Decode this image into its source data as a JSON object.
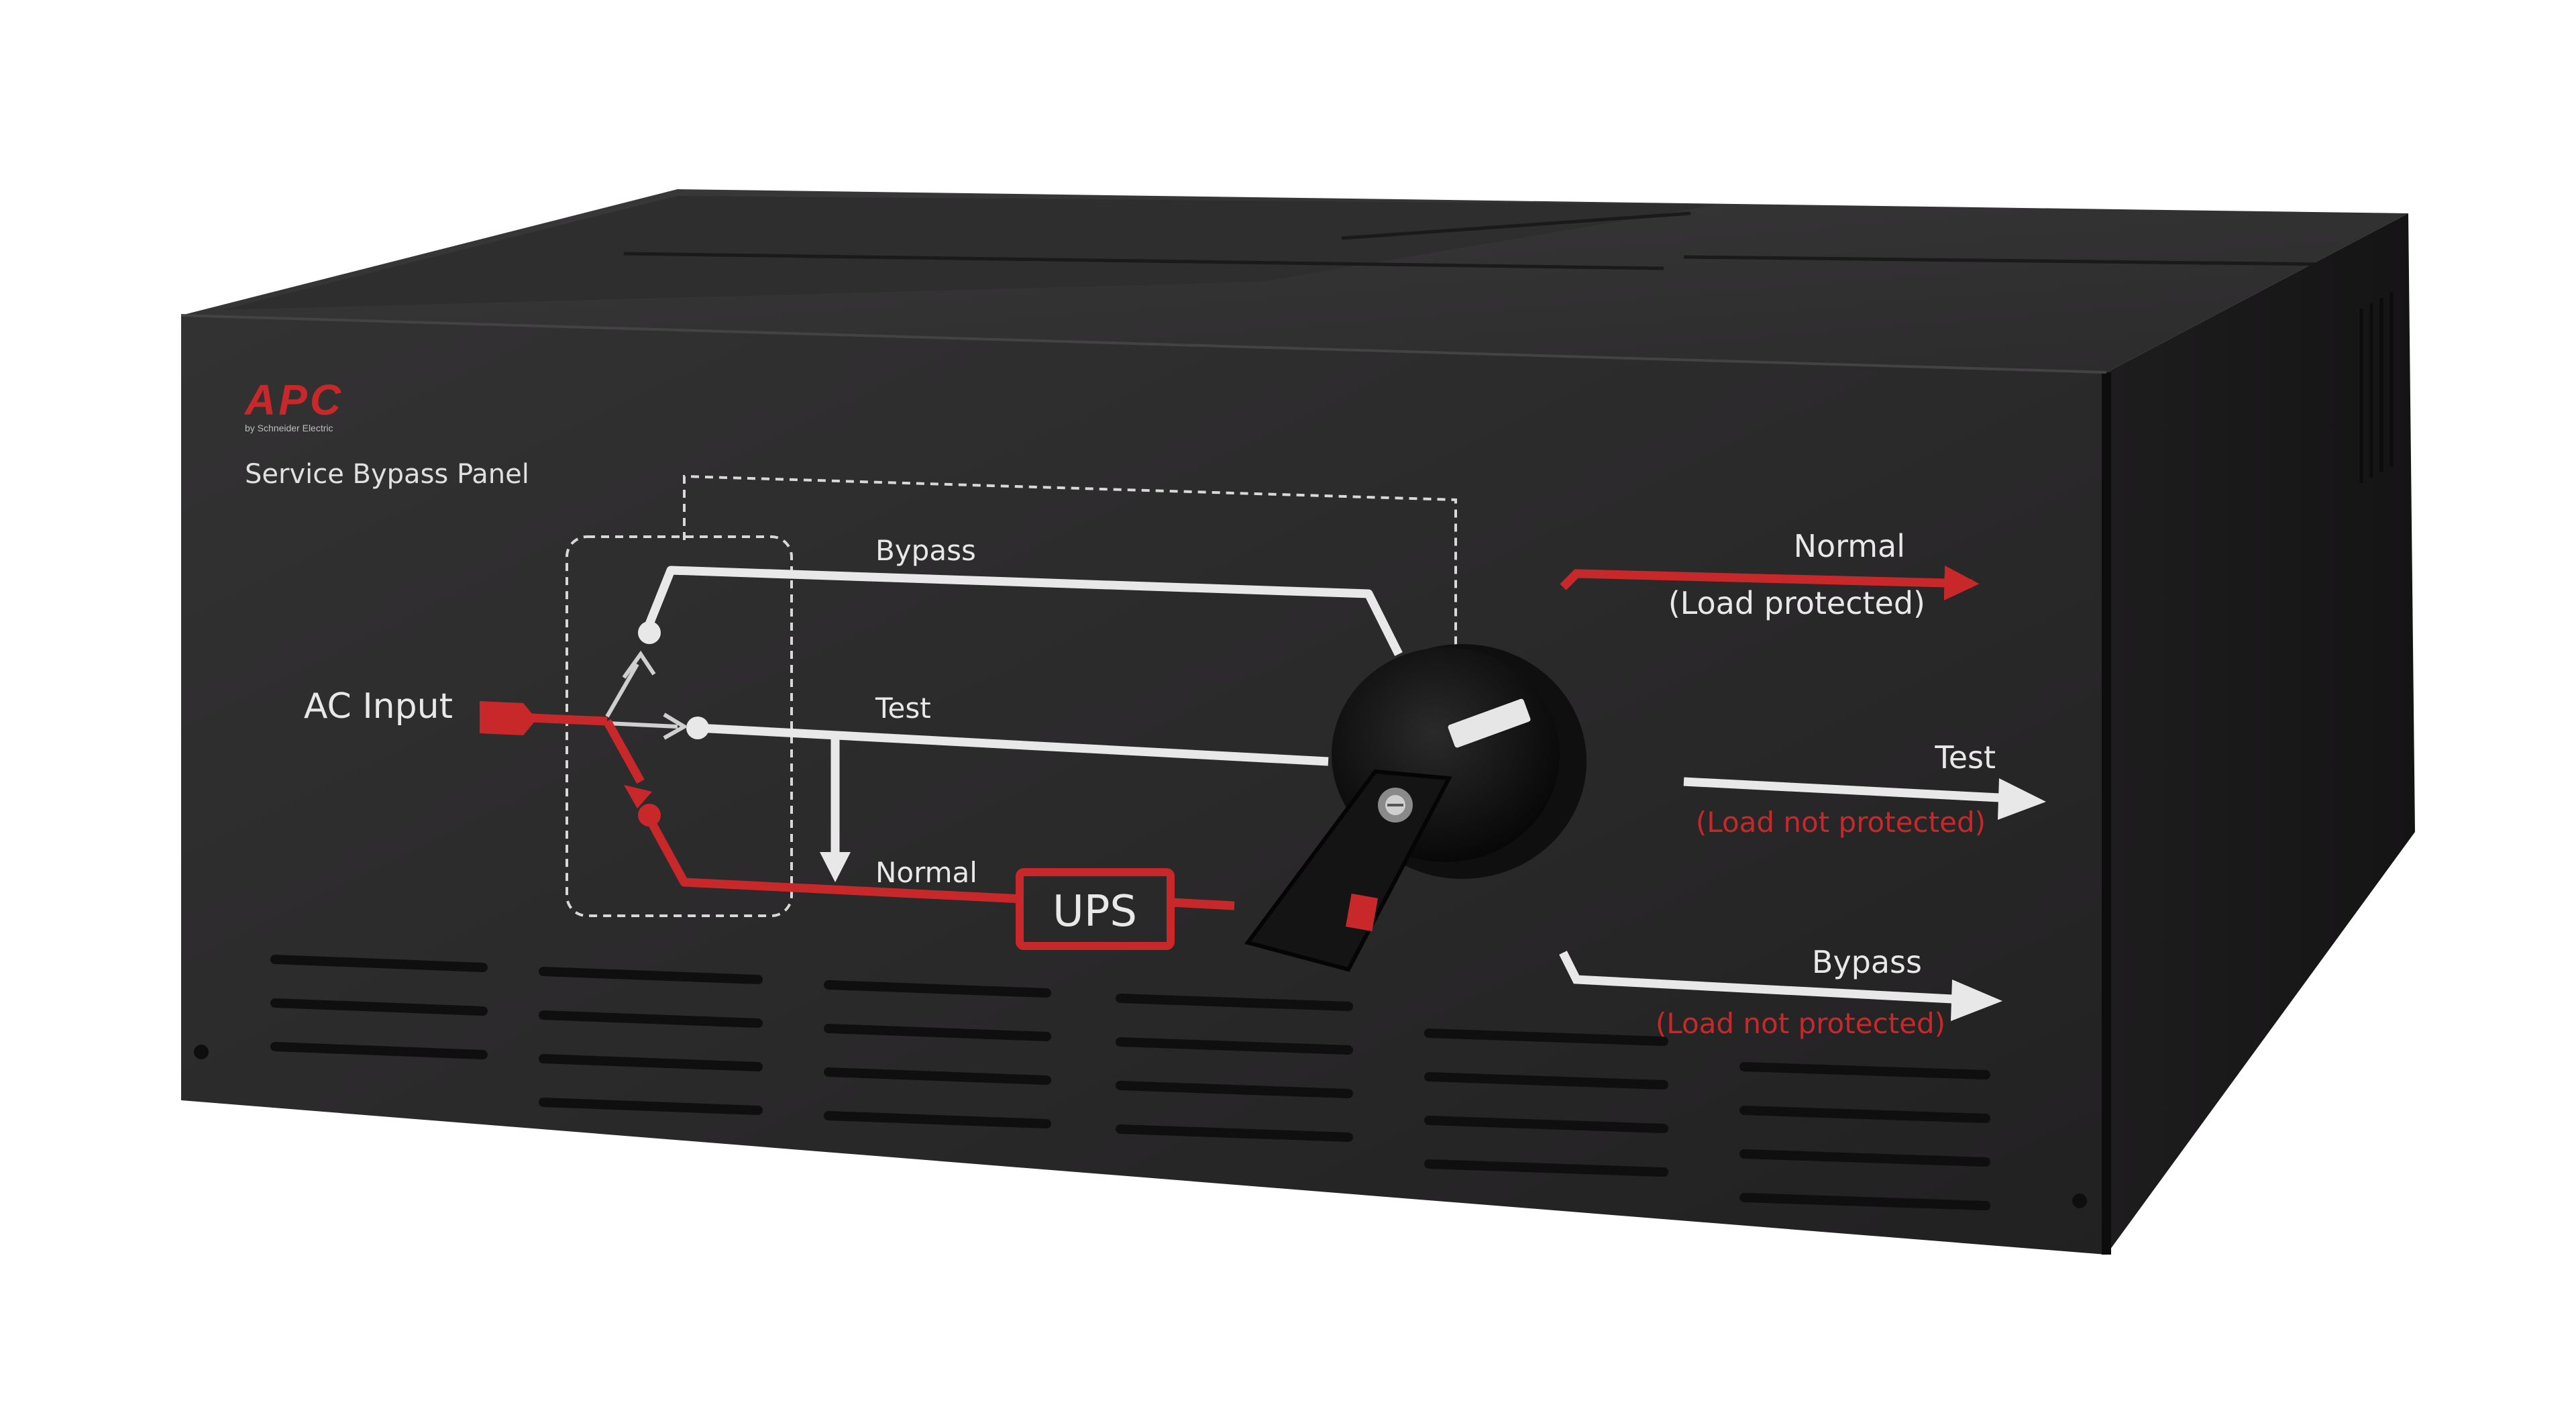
{
  "brand": {
    "logo_text": "APC",
    "logo_subtext": "by Schneider Electric",
    "product_name": "Service Bypass Panel"
  },
  "diagram": {
    "input_label": "AC Input",
    "path_bypass_label": "Bypass",
    "path_test_label": "Test",
    "path_normal_label": "Normal",
    "ups_label": "UPS"
  },
  "switch_positions": {
    "normal": {
      "label": "Normal",
      "sub_label": "(Load protected)"
    },
    "test": {
      "label": "Test",
      "sub_label": "(Load not protected)"
    },
    "bypass": {
      "label": "Bypass",
      "sub_label": "(Load not protected)"
    }
  },
  "colors": {
    "panel": "#2b2a2b",
    "accent_red": "#c9282a",
    "diagram_white": "#e8e8e8",
    "knob": "#141414"
  }
}
